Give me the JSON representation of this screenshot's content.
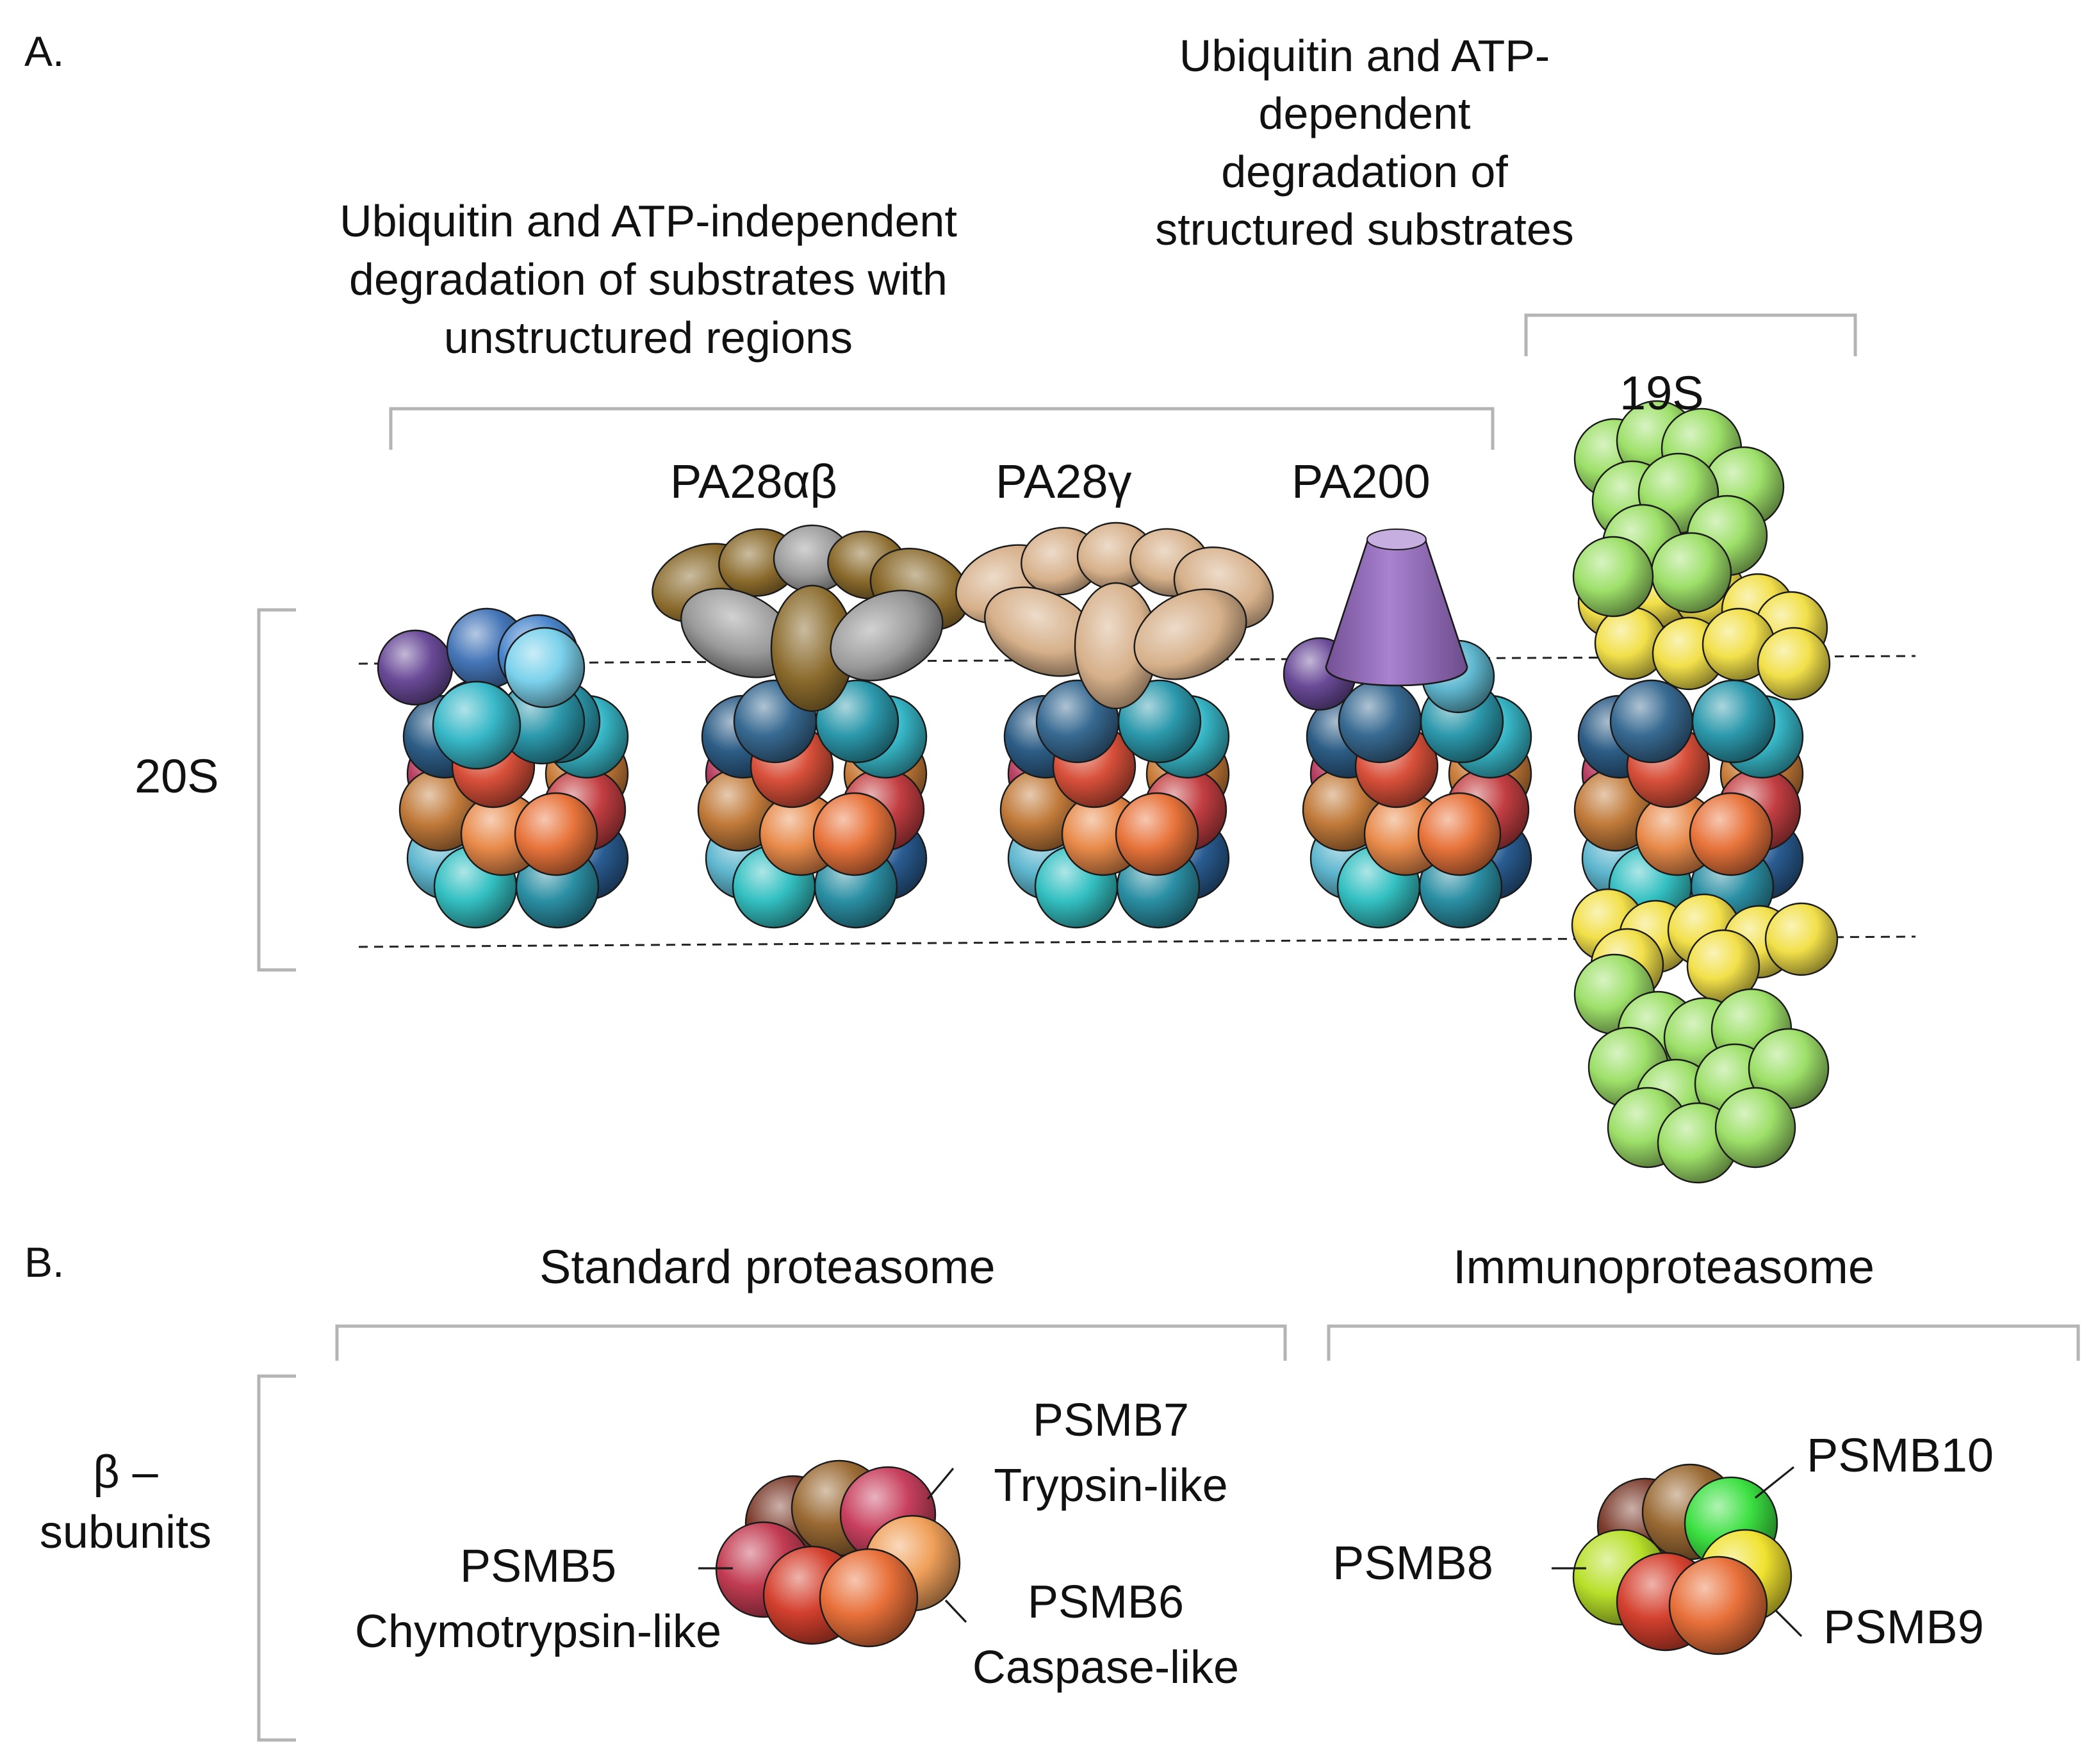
{
  "panel_a": {
    "label": "A.",
    "independent_header": [
      "Ubiquitin and ATP-independent",
      "degradation of substrates with",
      "unstructured regions"
    ],
    "dependent_header": [
      "Ubiquitin and ATP-",
      "dependent",
      "degradation of",
      "structured substrates"
    ],
    "core_label": "20S",
    "regulators": [
      "PA28αβ",
      "PA28γ",
      "PA200",
      "19S"
    ]
  },
  "panel_b": {
    "label": "B.",
    "standard_header": "Standard proteasome",
    "immuno_header": "Immunoproteasome",
    "side_label": [
      "β –",
      "subunits"
    ],
    "standard_subunits": {
      "psmb7": [
        "PSMB7",
        "Trypsin-like"
      ],
      "psmb5": [
        "PSMB5",
        "Chymotrypsin-like"
      ],
      "psmb6": [
        "PSMB6",
        "Caspase-like"
      ]
    },
    "immuno_subunits": {
      "psmb10": "PSMB10",
      "psmb8": "PSMB8",
      "psmb9": "PSMB9"
    }
  },
  "colors": {
    "bracket": "#b4b4b4",
    "pa28ab_brown": "#8a6a2c",
    "pa28ab_gray": "#9a9a9a",
    "pa28g_tan": "#d6b08a",
    "pa200_purple": "#9a6cc8",
    "cap_yellow": "#f2e04a",
    "cap_green": "#9ee06a"
  }
}
